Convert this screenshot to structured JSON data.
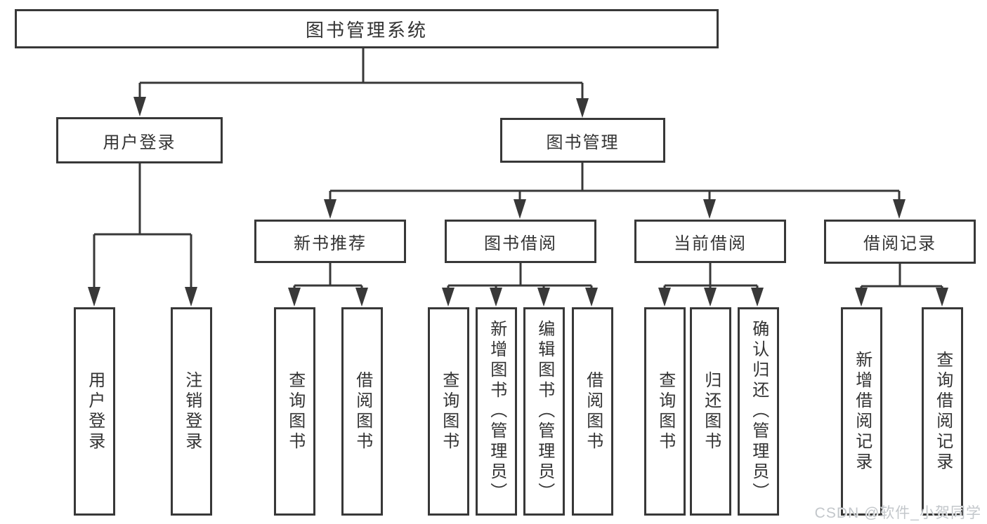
{
  "watermark": {
    "text": "CSDN @软件_小贺同学"
  },
  "colors": {
    "line": "#383838",
    "box_border": "#383838",
    "text": "#333333",
    "watermark": "#c3c7cb",
    "background": "#ffffff"
  },
  "tree": {
    "root": {
      "label": "图书管理系统"
    },
    "level2": [
      {
        "label": "用户登录"
      },
      {
        "label": "图书管理"
      }
    ],
    "level3": [
      {
        "label": "新书推荐"
      },
      {
        "label": "图书借阅"
      },
      {
        "label": "当前借阅"
      },
      {
        "label": "借阅记录"
      }
    ],
    "leaves": {
      "user_login": [
        "用户登录",
        "注销登录"
      ],
      "new_book": [
        "查询图书",
        "借阅图书"
      ],
      "book_borrow": [
        "查询图书",
        "新增图书（管理员）",
        "编辑图书（管理员）",
        "借阅图书"
      ],
      "current_borrow": [
        "查询图书",
        "归还图书",
        "确认归还（管理员）"
      ],
      "borrow_record": [
        "新增借阅记录",
        "查询借阅记录"
      ]
    }
  }
}
